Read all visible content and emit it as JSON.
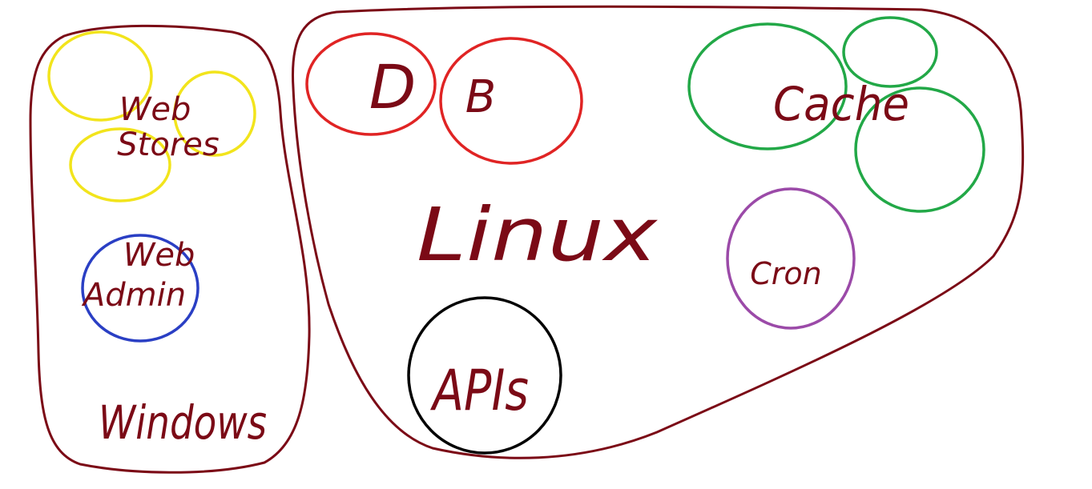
{
  "colors": {
    "ink": "#7b0a16",
    "windows_outline": "#7b0a16",
    "linux_outline": "#7b0a16",
    "web_stores": "#f2e41c",
    "web_admin": "#2a3fc4",
    "db": "#e02424",
    "cache": "#22a847",
    "cron": "#9b4aa8",
    "apis": "#000000"
  },
  "windows": {
    "label": "Windows",
    "web_stores_label": "Web\nStores",
    "web_admin_label": "Web\nAdmin"
  },
  "linux": {
    "label": "Linux",
    "db_label_left": "D",
    "db_label_right": "B",
    "cache_label": "Cache",
    "cron_label": "Cron",
    "apis_label": "APIs"
  }
}
